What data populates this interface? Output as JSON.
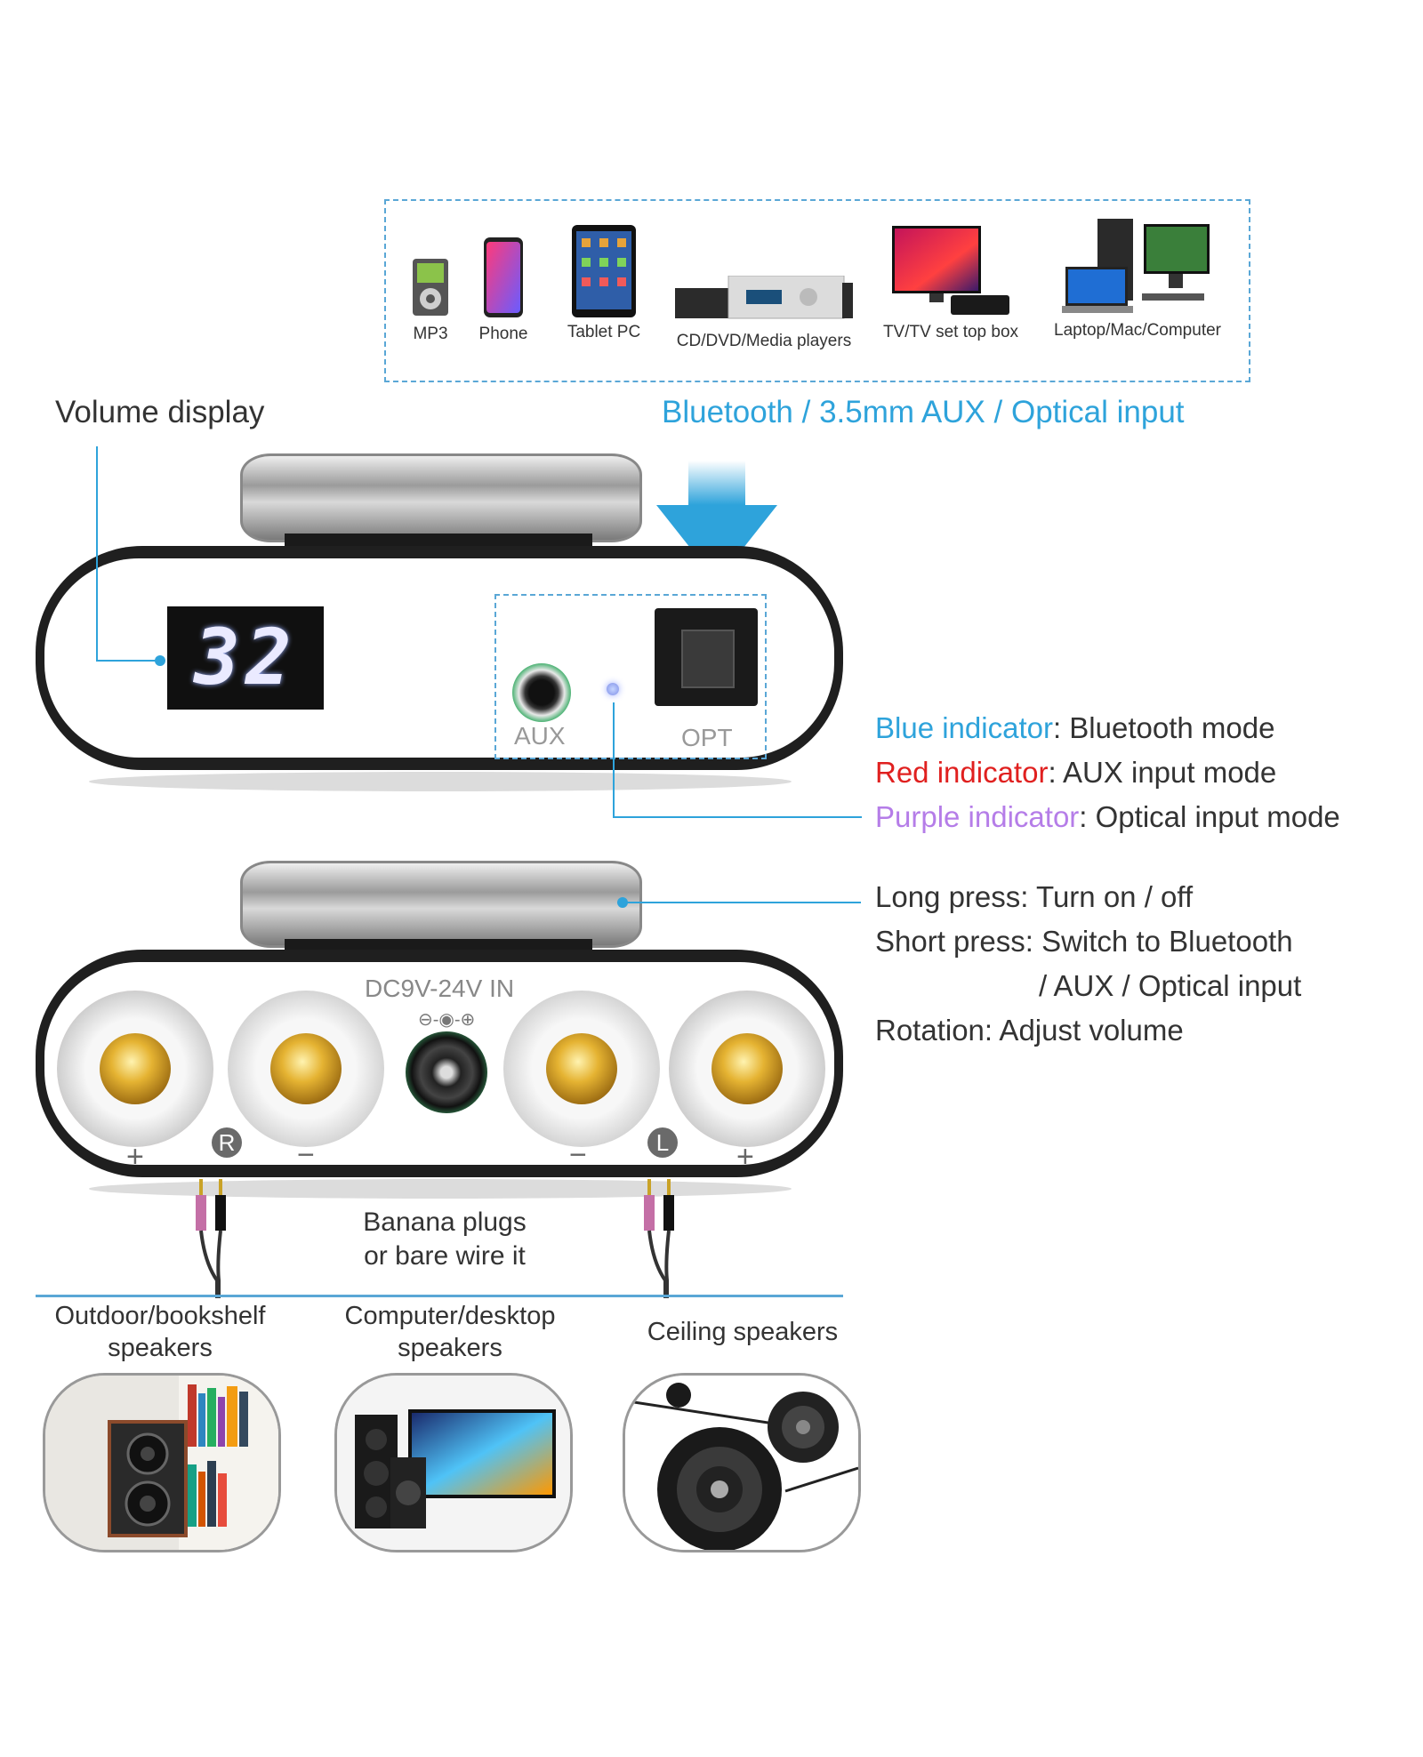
{
  "sources": {
    "items": [
      {
        "label": "MP3",
        "icon": "mp3-player-icon"
      },
      {
        "label": "Phone",
        "icon": "phone-icon"
      },
      {
        "label": "Tablet PC",
        "icon": "tablet-icon"
      },
      {
        "label": "CD/DVD/Media players",
        "icon": "media-player-icon"
      },
      {
        "label": "TV/TV set top box",
        "icon": "tv-icon"
      },
      {
        "label": "Laptop/Mac/Computer",
        "icon": "computer-icon"
      }
    ]
  },
  "labels": {
    "volume_display": "Volume display",
    "input_title": "Bluetooth / 3.5mm AUX / Optical input",
    "display_value": "32",
    "aux": "AUX",
    "opt": "OPT",
    "dc_in": "DC9V-24V IN",
    "banana_line1": "Banana plugs",
    "banana_line2": "or bare wire it",
    "r": "R",
    "l": "L",
    "plus": "+",
    "minus": "−"
  },
  "indicators": [
    {
      "name": "Blue indicator",
      "desc": ": Bluetooth mode",
      "color": "#2ea3db"
    },
    {
      "name": "Red indicator",
      "desc": ": AUX input mode",
      "color": "#e0201f"
    },
    {
      "name": "Purple indicator",
      "desc": ": Optical input mode",
      "color": "#b57de8"
    }
  ],
  "knob_functions": {
    "long_press": "Long press: Turn on / off",
    "short_press_1": "Short press: Switch to Bluetooth",
    "short_press_2": "/ AUX / Optical input",
    "rotation": "Rotation: Adjust volume"
  },
  "speakers": [
    {
      "line1": "Outdoor/bookshelf",
      "line2": "speakers"
    },
    {
      "line1": "Computer/desktop",
      "line2": "speakers"
    },
    {
      "line1": "Ceiling speakers",
      "line2": ""
    }
  ],
  "colors": {
    "accent": "#2ea3db",
    "red": "#e0201f",
    "purple": "#b57de8"
  }
}
